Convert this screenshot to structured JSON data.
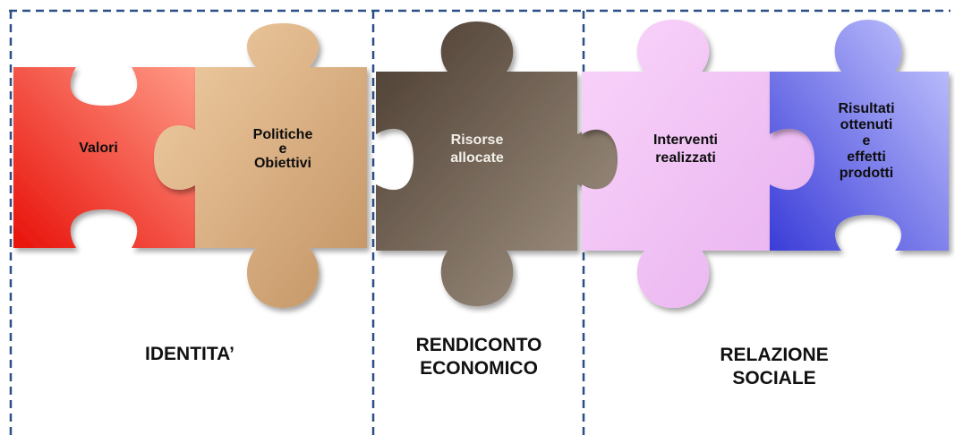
{
  "pieces": [
    {
      "id": "valori",
      "lines": [
        "Valori"
      ],
      "fill_light": "#ff9a86",
      "fill_dark": "#e8110a",
      "text_color": "#111111"
    },
    {
      "id": "politiche",
      "lines": [
        "Politiche",
        "e",
        "Obiettivi"
      ],
      "fill_light": "#f2cfa6",
      "fill_dark": "#c29363",
      "text_color": "#111111"
    },
    {
      "id": "risorse",
      "lines": [
        "Risorse",
        "allocate"
      ],
      "fill_light": "#a79888",
      "fill_dark": "#4a3c30",
      "text_color": "#f2efe9"
    },
    {
      "id": "interventi",
      "lines": [
        "Interventi",
        "realizzati"
      ],
      "fill_light": "#f9d4fa",
      "fill_dark": "#e8b1ef",
      "text_color": "#111111"
    },
    {
      "id": "risultati",
      "lines": [
        "Risultati",
        "ottenuti",
        "e",
        "effetti",
        "prodotti"
      ],
      "fill_light": "#c8caff",
      "fill_dark": "#3a3cd8",
      "text_color": "#111111"
    }
  ],
  "sections": [
    {
      "id": "identita",
      "lines": [
        "IDENTITA’"
      ]
    },
    {
      "id": "rendiconto",
      "lines": [
        "RENDICONTO",
        "ECONOMICO"
      ]
    },
    {
      "id": "relazione",
      "lines": [
        "RELAZIONE",
        "SOCIALE"
      ]
    }
  ],
  "colors": {
    "frame_dash": "#2a4f86"
  }
}
